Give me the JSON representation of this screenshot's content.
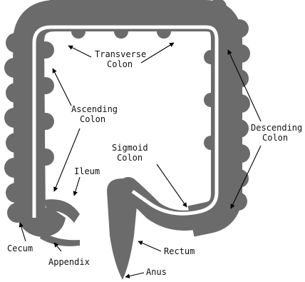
{
  "colors": {
    "background": "#ffffff",
    "colon": "#6b6b6b",
    "lumen": "#ffffff",
    "text": "#111111",
    "arrow": "#000000"
  },
  "labels": {
    "transverse_colon": [
      "Transverse",
      "Colon"
    ],
    "ascending_colon": [
      "Ascending",
      "Colon"
    ],
    "descending_colon": [
      "Descending",
      "Colon"
    ],
    "sigmoid_colon": [
      "Sigmoid",
      "Colon"
    ],
    "ileum": "Ileum",
    "cecum": "Cecum",
    "appendix": "Appendix",
    "rectum": "Rectum",
    "anus": "Anus"
  }
}
